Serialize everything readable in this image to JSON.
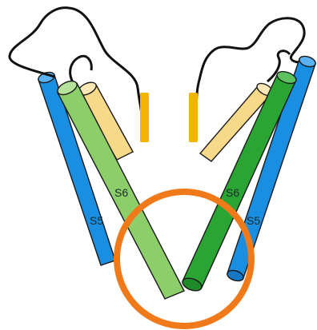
{
  "labels": {
    "left_s6": "S6",
    "left_s5": "S5",
    "right_s6": "S6",
    "right_s5": "S5"
  },
  "colors": {
    "s5_blue": "#1a8ee0",
    "s6_left_green": "#8ccf6a",
    "s6_right_green": "#2aa533",
    "pore_helix_yellow": "#f7d98a",
    "selectivity_filter_orange": "#f2b400",
    "gate_circle": "#f07a1a",
    "loop_line": "#111111",
    "outline": "#1a1a1a"
  },
  "icons": {
    "gate_marker": "orange-ring"
  }
}
